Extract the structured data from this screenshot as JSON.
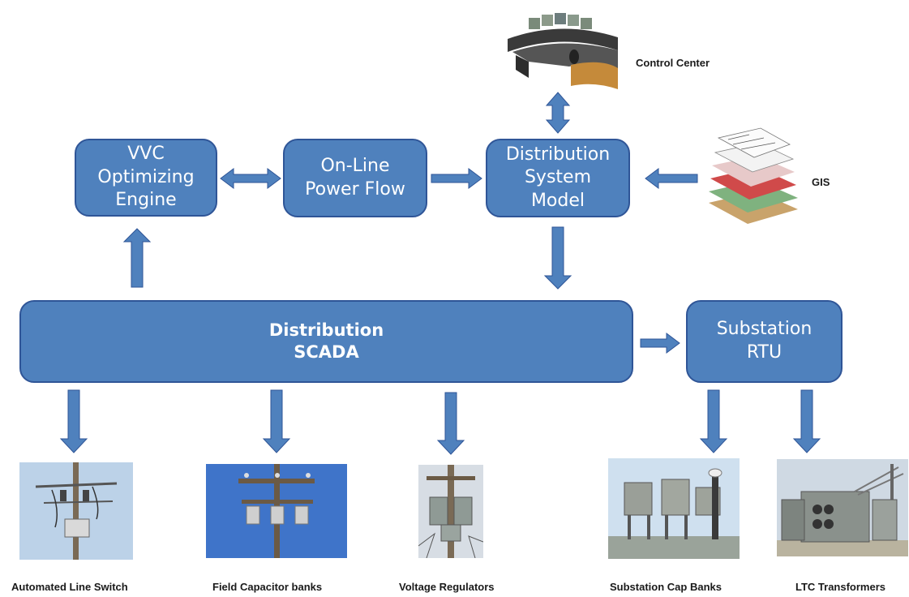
{
  "diagram": {
    "boxes": {
      "vvc": "VVC\nOptimizing\nEngine",
      "power_flow": "On-Line\nPower Flow",
      "dsm": "Distribution\nSystem\nModel",
      "scada": "Distribution\nSCADA",
      "rtu": "Substation\nRTU"
    },
    "labels": {
      "control_center": "Control Center",
      "gis": "GIS"
    },
    "equipment": [
      "Automated Line Switch",
      "Field Capacitor banks",
      "Voltage Regulators",
      "Substation  Cap Banks",
      "LTC Transformers"
    ],
    "colors": {
      "box_fill": "#4f81bd",
      "box_border": "#2f5597",
      "arrow": "#4f81bd"
    }
  }
}
